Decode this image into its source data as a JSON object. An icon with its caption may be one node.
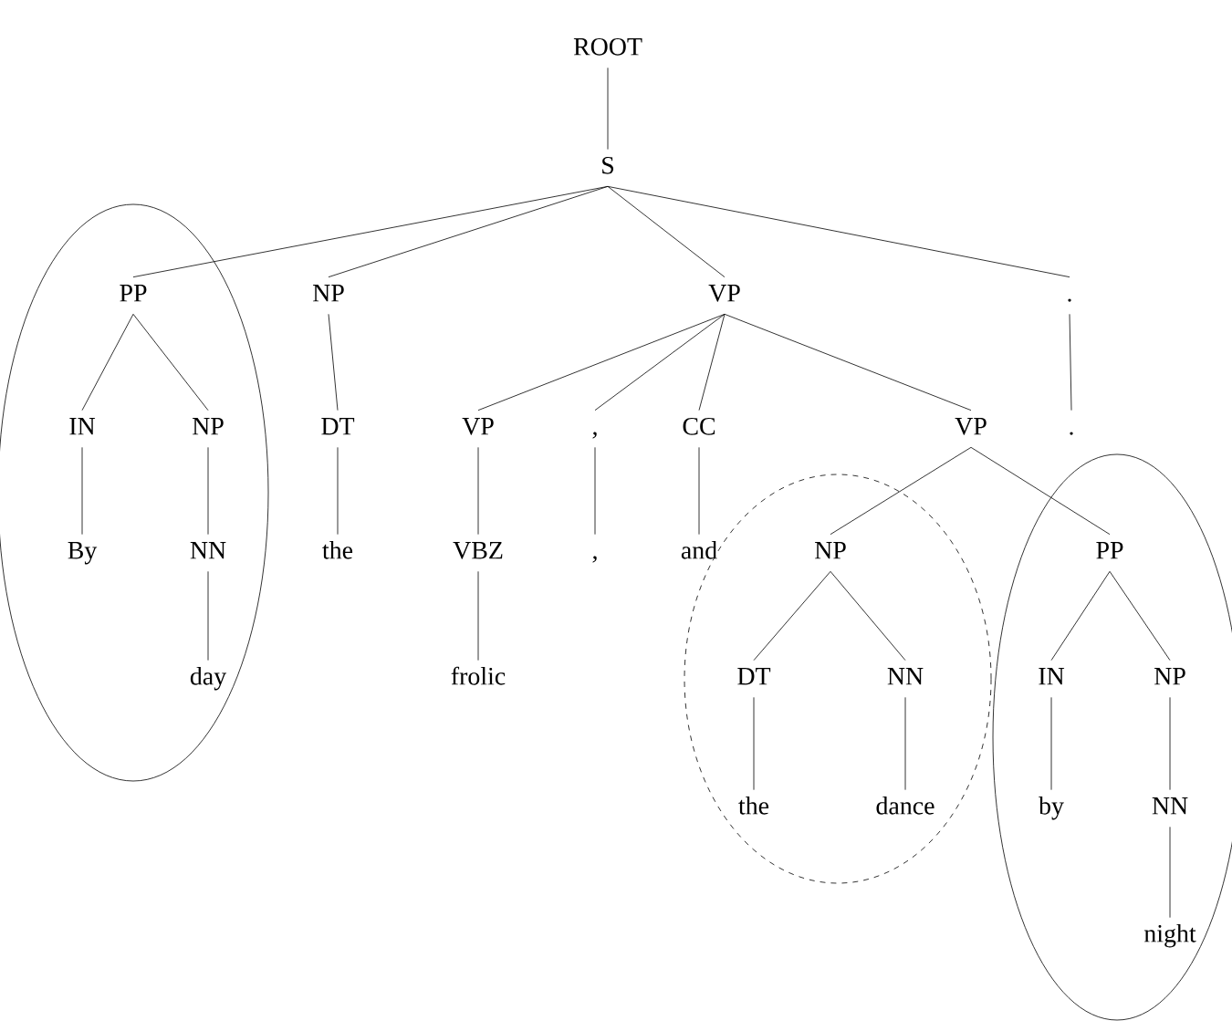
{
  "diagram": {
    "nodes": [
      {
        "text": [
          "ROOT"
        ]
      },
      {
        "text": [
          "S"
        ]
      },
      {
        "text": [
          "PP"
        ]
      },
      {
        "text": [
          "NP"
        ]
      },
      {
        "text": [
          "VP"
        ]
      },
      {
        "text": [
          "."
        ]
      },
      {
        "text": [
          "IN"
        ]
      },
      {
        "text": [
          "NP"
        ]
      },
      {
        "text": [
          "DT"
        ]
      },
      {
        "text": [
          "VP"
        ]
      },
      {
        "text": [
          ","
        ]
      },
      {
        "text": [
          "CC"
        ]
      },
      {
        "text": [
          "VP"
        ]
      },
      {
        "text": [
          "."
        ]
      },
      {
        "text": [
          "By"
        ]
      },
      {
        "text": [
          "NN"
        ]
      },
      {
        "text": [
          "the"
        ]
      },
      {
        "text": [
          "VBZ"
        ]
      },
      {
        "text": [
          ","
        ]
      },
      {
        "text": [
          "and"
        ]
      },
      {
        "text": [
          "NP"
        ]
      },
      {
        "text": [
          "PP"
        ]
      },
      {
        "text": [
          "day"
        ]
      },
      {
        "text": [
          "frolic"
        ]
      },
      {
        "text": [
          "DT"
        ]
      },
      {
        "text": [
          "NN"
        ]
      },
      {
        "text": [
          "IN"
        ]
      },
      {
        "text": [
          "NP"
        ]
      },
      {
        "text": [
          "the"
        ]
      },
      {
        "text": [
          "dance"
        ]
      },
      {
        "text": [
          "by"
        ]
      },
      {
        "text": [
          "NN"
        ]
      },
      {
        "text": [
          "night"
        ]
      }
    ],
    "edges": [
      {
        "from": 0,
        "to": 1,
        "arrow": "none"
      },
      {
        "from": 1,
        "to": 2,
        "arrow": "none"
      },
      {
        "from": 1,
        "to": 3,
        "arrow": "none"
      },
      {
        "from": 1,
        "to": 4,
        "arrow": "none"
      },
      {
        "from": 1,
        "to": 5,
        "arrow": "none"
      },
      {
        "from": 2,
        "to": 6,
        "arrow": "none"
      },
      {
        "from": 2,
        "to": 7,
        "arrow": "none"
      },
      {
        "from": 3,
        "to": 8,
        "arrow": "none"
      },
      {
        "from": 4,
        "to": 9,
        "arrow": "none"
      },
      {
        "from": 4,
        "to": 10,
        "arrow": "none"
      },
      {
        "from": 4,
        "to": 11,
        "arrow": "none"
      },
      {
        "from": 4,
        "to": 12,
        "arrow": "none"
      },
      {
        "from": 5,
        "to": 13,
        "arrow": "none"
      },
      {
        "from": 6,
        "to": 14,
        "arrow": "none"
      },
      {
        "from": 7,
        "to": 15,
        "arrow": "none"
      },
      {
        "from": 8,
        "to": 16,
        "arrow": "none"
      },
      {
        "from": 9,
        "to": 17,
        "arrow": "none"
      },
      {
        "from": 10,
        "to": 18,
        "arrow": "none"
      },
      {
        "from": 11,
        "to": 19,
        "arrow": "none"
      },
      {
        "from": 12,
        "to": 20,
        "arrow": "none"
      },
      {
        "from": 12,
        "to": 21,
        "arrow": "none"
      },
      {
        "from": 15,
        "to": 22,
        "arrow": "none"
      },
      {
        "from": 17,
        "to": 23,
        "arrow": "none"
      },
      {
        "from": 20,
        "to": 24,
        "arrow": "none"
      },
      {
        "from": 20,
        "to": 25,
        "arrow": "none"
      },
      {
        "from": 21,
        "to": 26,
        "arrow": "none"
      },
      {
        "from": 21,
        "to": 27,
        "arrow": "none"
      },
      {
        "from": 24,
        "to": 28,
        "arrow": "none"
      },
      {
        "from": 25,
        "to": 29,
        "arrow": "none"
      },
      {
        "from": 26,
        "to": 30,
        "arrow": "none"
      },
      {
        "from": 27,
        "to": 31,
        "arrow": "none"
      },
      {
        "from": 31,
        "to": 32,
        "arrow": "none"
      }
    ]
  }
}
